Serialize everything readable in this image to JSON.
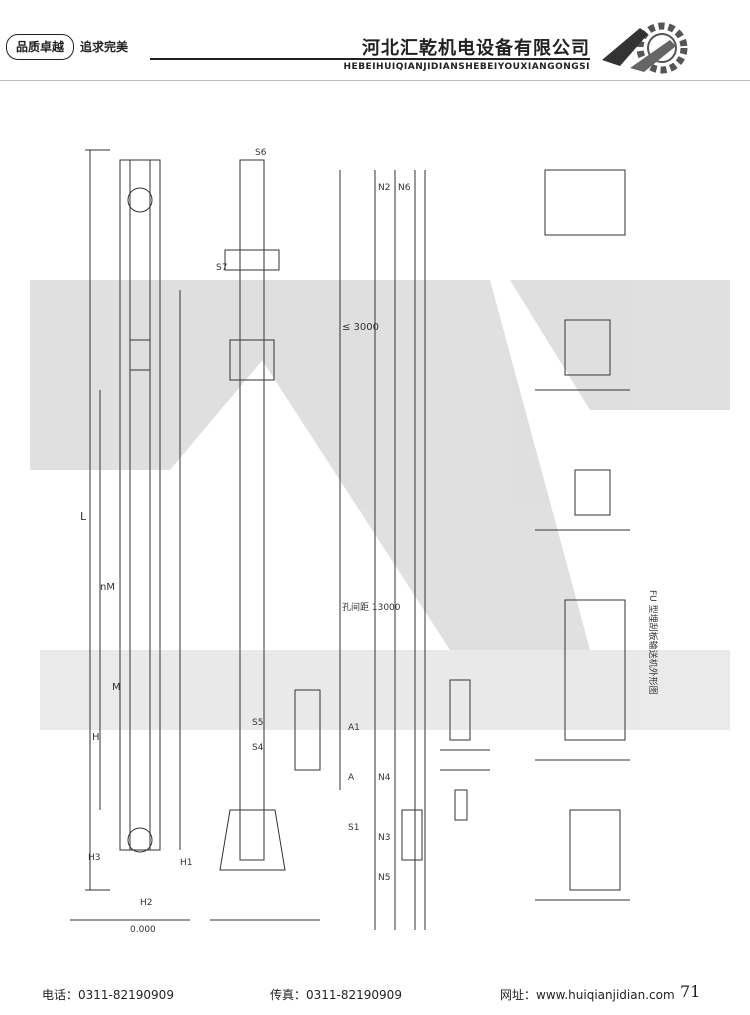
{
  "header": {
    "slogan_left": "品质卓越",
    "slogan_right": "追求完美",
    "company_cn": "河北汇乾机电设备有限公司",
    "company_en": "HEBEIHUIQIANJIDIANSHEBEIYOUXIANGONGSI"
  },
  "drawing": {
    "dim_3000": "≤ 3000",
    "dim_13000": "孔间距 13000",
    "label_L": "L",
    "label_nM": "nM",
    "label_H": "H",
    "label_M": "M",
    "label_H1": "H1",
    "label_H2": "H2",
    "label_H3": "H3",
    "label_A": "A",
    "label_A1": "A1",
    "label_S1": "S1",
    "label_S4": "S4",
    "label_S5": "S5",
    "label_S6": "S6",
    "label_S7": "S7",
    "label_N2": "N2",
    "label_N3": "N3",
    "label_N4": "N4",
    "label_N5": "N5",
    "label_N6": "N6",
    "label_base": "0.000",
    "caption_side": "FU 型埋刮板输送机外形图"
  },
  "footer": {
    "phone": "电话：0311-82190909",
    "fax": "传真：0311-82190909",
    "web": "网址：www.huiqianjidian.com",
    "page": "71"
  }
}
